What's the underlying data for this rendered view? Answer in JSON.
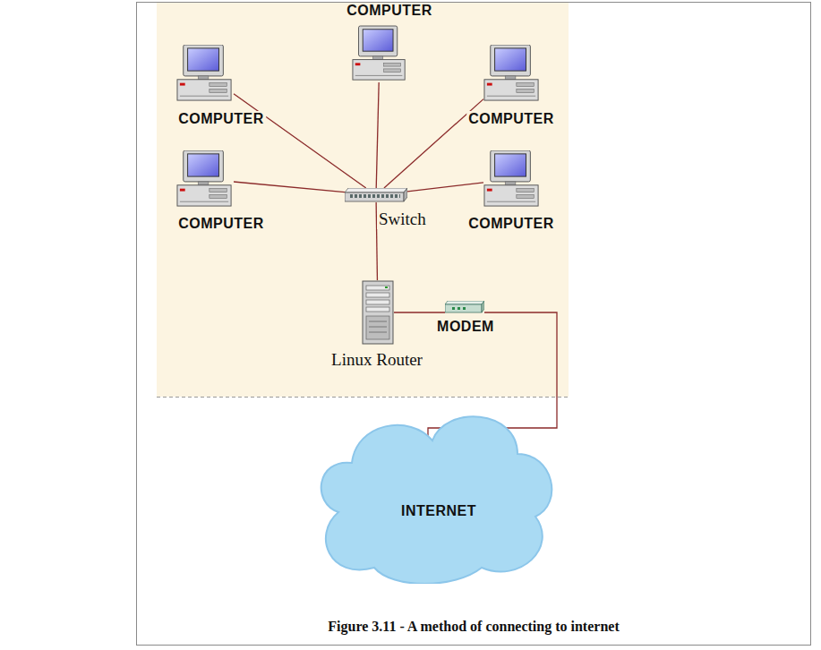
{
  "diagram": {
    "caption": "Figure 3.11 - A method of connecting to internet",
    "nodes": [
      {
        "text": [
          "COMPUTER"
        ]
      },
      {
        "text": [
          "COMPUTER"
        ]
      },
      {
        "text": [
          "COMPUTER"
        ]
      },
      {
        "text": [
          "COMPUTER"
        ]
      },
      {
        "text": [
          "COMPUTER"
        ]
      },
      {
        "text": [
          "Switch"
        ]
      },
      {
        "text": [
          "Linux Router"
        ]
      },
      {
        "text": [
          "MODEM"
        ]
      },
      {
        "text": [
          "INTERNET"
        ]
      }
    ],
    "edges": [
      {
        "from": 0,
        "to": 5,
        "arrow": "none"
      },
      {
        "from": 1,
        "to": 5,
        "arrow": "none"
      },
      {
        "from": 2,
        "to": 5,
        "arrow": "none"
      },
      {
        "from": 3,
        "to": 5,
        "arrow": "none"
      },
      {
        "from": 4,
        "to": 5,
        "arrow": "none"
      },
      {
        "from": 5,
        "to": 6,
        "arrow": "none"
      },
      {
        "from": 6,
        "to": 7,
        "arrow": "none"
      },
      {
        "from": 7,
        "to": 8,
        "arrow": "none"
      }
    ]
  }
}
